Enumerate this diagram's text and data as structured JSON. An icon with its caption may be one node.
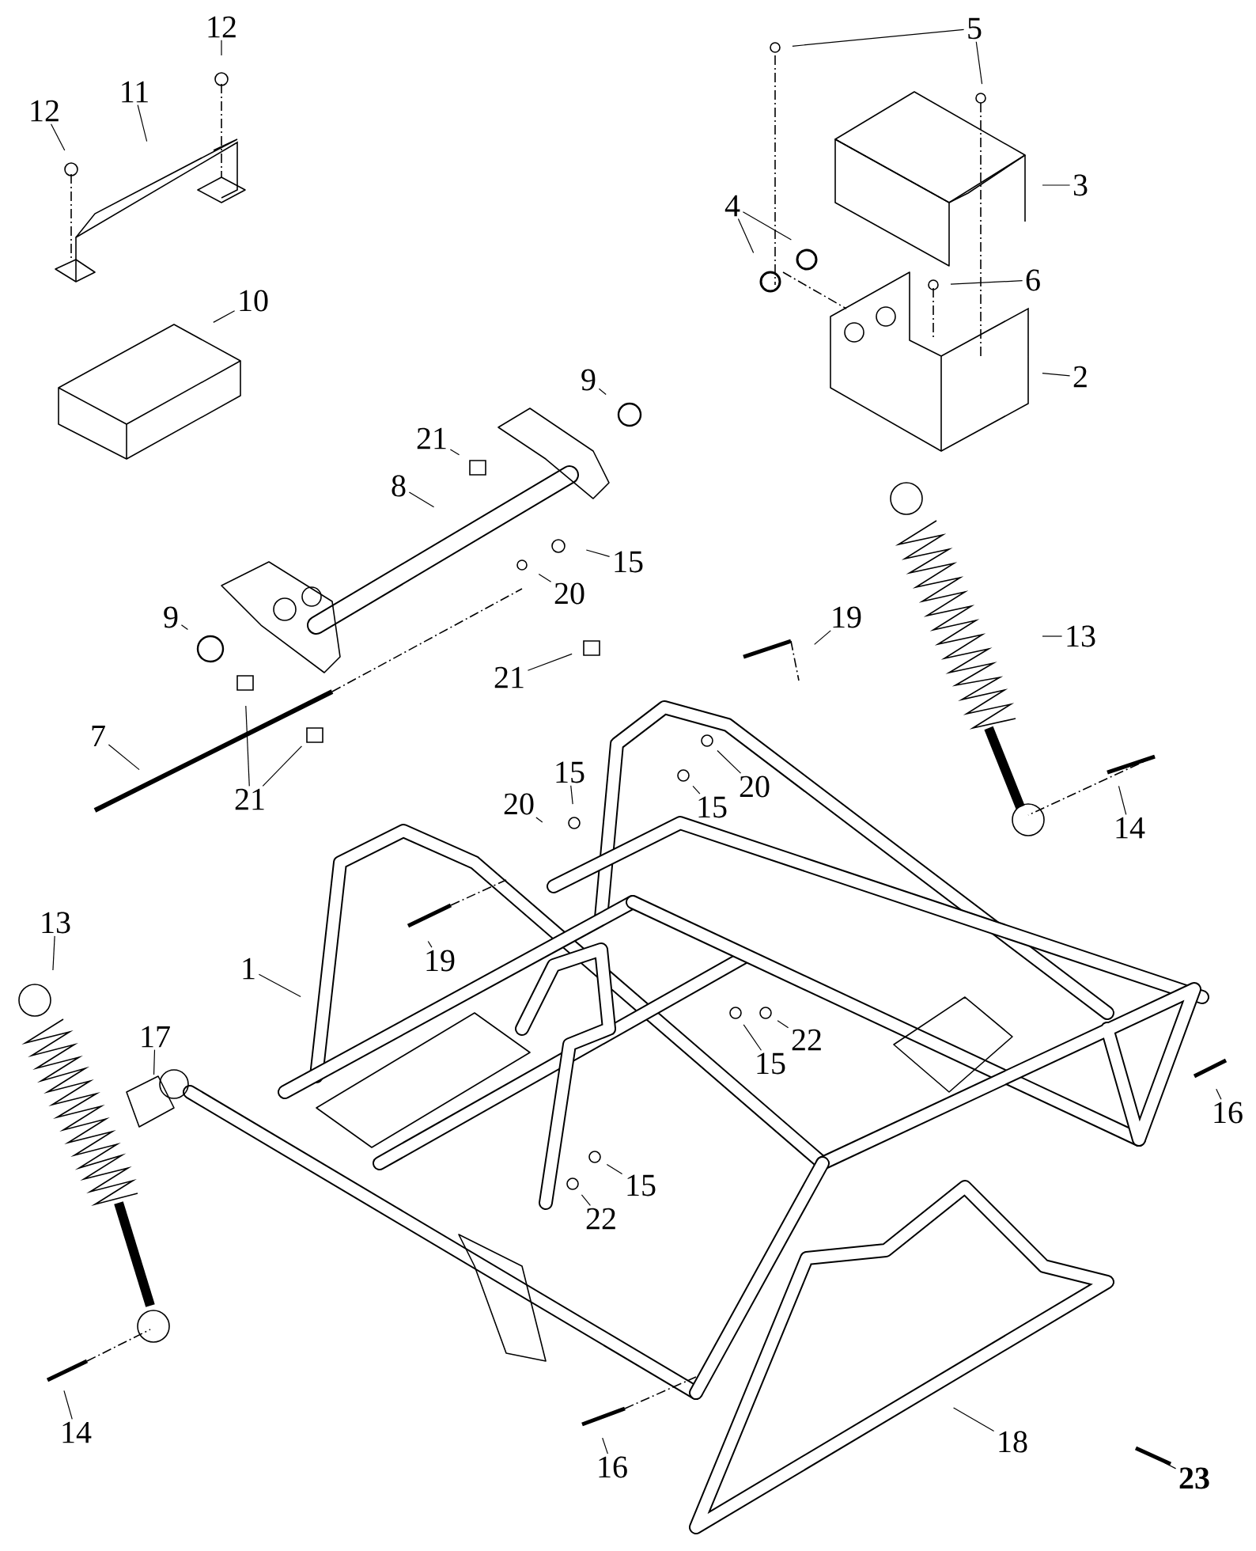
{
  "diagram": {
    "nodes": [
      {
        "text": [
          "12"
        ]
      },
      {
        "text": [
          "5"
        ]
      },
      {
        "text": [
          "12"
        ]
      },
      {
        "text": [
          "11"
        ]
      },
      {
        "text": [
          "3"
        ]
      },
      {
        "text": [
          "4"
        ]
      },
      {
        "text": [
          "6"
        ]
      },
      {
        "text": [
          "10"
        ]
      },
      {
        "text": [
          "2"
        ]
      },
      {
        "text": [
          "9"
        ]
      },
      {
        "text": [
          "21"
        ]
      },
      {
        "text": [
          "8"
        ]
      },
      {
        "text": [
          "15"
        ]
      },
      {
        "text": [
          "20"
        ]
      },
      {
        "text": [
          "9"
        ]
      },
      {
        "text": [
          "19"
        ]
      },
      {
        "text": [
          "13"
        ]
      },
      {
        "text": [
          "21"
        ]
      },
      {
        "text": [
          "7"
        ]
      },
      {
        "text": [
          "15"
        ]
      },
      {
        "text": [
          "20"
        ]
      },
      {
        "text": [
          "21"
        ]
      },
      {
        "text": [
          "20"
        ]
      },
      {
        "text": [
          "15"
        ]
      },
      {
        "text": [
          "14"
        ]
      },
      {
        "text": [
          "13"
        ]
      },
      {
        "text": [
          "19"
        ]
      },
      {
        "text": [
          "1"
        ]
      },
      {
        "text": [
          "17"
        ]
      },
      {
        "text": [
          "22"
        ]
      },
      {
        "text": [
          "15"
        ]
      },
      {
        "text": [
          "16"
        ]
      },
      {
        "text": [
          "15"
        ]
      },
      {
        "text": [
          "22"
        ]
      },
      {
        "text": [
          "14"
        ]
      },
      {
        "text": [
          "18"
        ]
      },
      {
        "text": [
          "16"
        ]
      },
      {
        "text": [
          "23"
        ]
      }
    ],
    "edges": [
      {
        "from": 0,
        "to": null,
        "arrow": "none"
      },
      {
        "from": 1,
        "to": null,
        "arrow": "none"
      },
      {
        "from": 1,
        "to": null,
        "arrow": "none"
      },
      {
        "from": 2,
        "to": null,
        "arrow": "none"
      },
      {
        "from": 3,
        "to": null,
        "arrow": "none"
      },
      {
        "from": 4,
        "to": null,
        "arrow": "none"
      },
      {
        "from": 5,
        "to": null,
        "arrow": "none"
      },
      {
        "from": 5,
        "to": null,
        "arrow": "none"
      },
      {
        "from": 6,
        "to": null,
        "arrow": "none"
      },
      {
        "from": 7,
        "to": null,
        "arrow": "none"
      },
      {
        "from": 8,
        "to": null,
        "arrow": "none"
      },
      {
        "from": 9,
        "to": null,
        "arrow": "none"
      },
      {
        "from": 10,
        "to": null,
        "arrow": "none"
      },
      {
        "from": 11,
        "to": null,
        "arrow": "none"
      },
      {
        "from": 12,
        "to": null,
        "arrow": "none"
      },
      {
        "from": 13,
        "to": null,
        "arrow": "none"
      },
      {
        "from": 14,
        "to": null,
        "arrow": "none"
      },
      {
        "from": 15,
        "to": null,
        "arrow": "none"
      },
      {
        "from": 16,
        "to": null,
        "arrow": "none"
      },
      {
        "from": 17,
        "to": null,
        "arrow": "none"
      },
      {
        "from": 18,
        "to": null,
        "arrow": "none"
      },
      {
        "from": 19,
        "to": null,
        "arrow": "none"
      },
      {
        "from": 20,
        "to": null,
        "arrow": "none"
      },
      {
        "from": 21,
        "to": null,
        "arrow": "none"
      },
      {
        "from": 21,
        "to": null,
        "arrow": "none"
      },
      {
        "from": 22,
        "to": null,
        "arrow": "none"
      },
      {
        "from": 23,
        "to": null,
        "arrow": "none"
      },
      {
        "from": 24,
        "to": null,
        "arrow": "none"
      },
      {
        "from": 25,
        "to": null,
        "arrow": "none"
      },
      {
        "from": 26,
        "to": null,
        "arrow": "none"
      },
      {
        "from": 27,
        "to": null,
        "arrow": "none"
      },
      {
        "from": 28,
        "to": null,
        "arrow": "none"
      },
      {
        "from": 29,
        "to": null,
        "arrow": "none"
      },
      {
        "from": 30,
        "to": null,
        "arrow": "none"
      },
      {
        "from": 31,
        "to": null,
        "arrow": "none"
      },
      {
        "from": 32,
        "to": null,
        "arrow": "none"
      },
      {
        "from": 33,
        "to": null,
        "arrow": "none"
      },
      {
        "from": 34,
        "to": null,
        "arrow": "none"
      },
      {
        "from": 35,
        "to": null,
        "arrow": "none"
      },
      {
        "from": 36,
        "to": null,
        "arrow": "none"
      },
      {
        "from": 37,
        "to": null,
        "arrow": "none"
      }
    ]
  }
}
